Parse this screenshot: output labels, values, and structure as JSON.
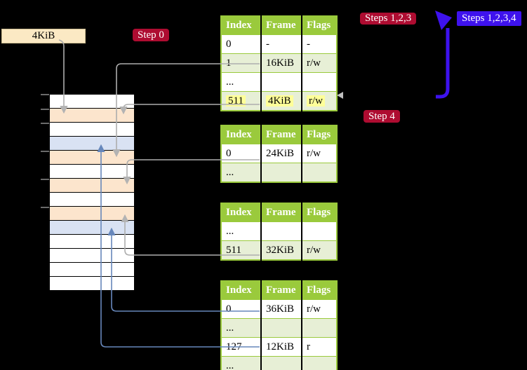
{
  "labels": {
    "page_size": "4KiB",
    "step0": "Step 0",
    "steps123": "Steps 1,2,3",
    "steps1234": "Steps 1,2,3,4",
    "step4": "Step 4"
  },
  "colors": {
    "background": "#000000",
    "table_header_green": "#9aca3c",
    "table_row_green": "#e7efd6",
    "memory_peach": "#fce5cd",
    "memory_blue": "#d9e2f3",
    "label_cream": "#fbe9c4",
    "badge_dark_red": "#ae0c31",
    "badge_indigo": "#3e12ee",
    "connector_gray": "#adadad",
    "connector_blue": "#6787bb",
    "highlight_yellow": "#ffff99"
  },
  "memory": {
    "row_colors": [
      "white",
      "peach",
      "white",
      "blue",
      "peach",
      "white",
      "peach",
      "white",
      "peach",
      "blue",
      "white",
      "white",
      "white",
      "white"
    ]
  },
  "tables": [
    {
      "name": "page-table-top",
      "headers": [
        "Index",
        "Frame",
        "Flags"
      ],
      "rows": [
        {
          "cells": [
            "0",
            "-",
            "-"
          ],
          "shaded": false,
          "highlight": false
        },
        {
          "cells": [
            "1",
            "16KiB",
            "r/w"
          ],
          "shaded": true,
          "highlight": false
        },
        {
          "cells": [
            "...",
            "",
            ""
          ],
          "shaded": false,
          "highlight": false
        },
        {
          "cells": [
            "511",
            "4KiB",
            "r/w"
          ],
          "shaded": true,
          "highlight": true
        }
      ]
    },
    {
      "name": "page-table-second",
      "headers": [
        "Index",
        "Frame",
        "Flags"
      ],
      "rows": [
        {
          "cells": [
            "0",
            "24KiB",
            "r/w"
          ],
          "shaded": false,
          "highlight": false
        },
        {
          "cells": [
            "...",
            "",
            ""
          ],
          "shaded": true,
          "highlight": false
        }
      ]
    },
    {
      "name": "page-table-third",
      "headers": [
        "Index",
        "Frame",
        "Flags"
      ],
      "rows": [
        {
          "cells": [
            "...",
            "",
            ""
          ],
          "shaded": false,
          "highlight": false
        },
        {
          "cells": [
            "511",
            "32KiB",
            "r/w"
          ],
          "shaded": true,
          "highlight": false
        }
      ]
    },
    {
      "name": "page-table-bottom",
      "headers": [
        "Index",
        "Frame",
        "Flags"
      ],
      "rows": [
        {
          "cells": [
            "0",
            "36KiB",
            "r/w"
          ],
          "shaded": false,
          "highlight": false
        },
        {
          "cells": [
            "...",
            "",
            ""
          ],
          "shaded": true,
          "highlight": false
        },
        {
          "cells": [
            "127",
            "12KiB",
            "r"
          ],
          "shaded": false,
          "highlight": false
        },
        {
          "cells": [
            "...",
            "",
            ""
          ],
          "shaded": true,
          "highlight": false
        }
      ]
    }
  ]
}
